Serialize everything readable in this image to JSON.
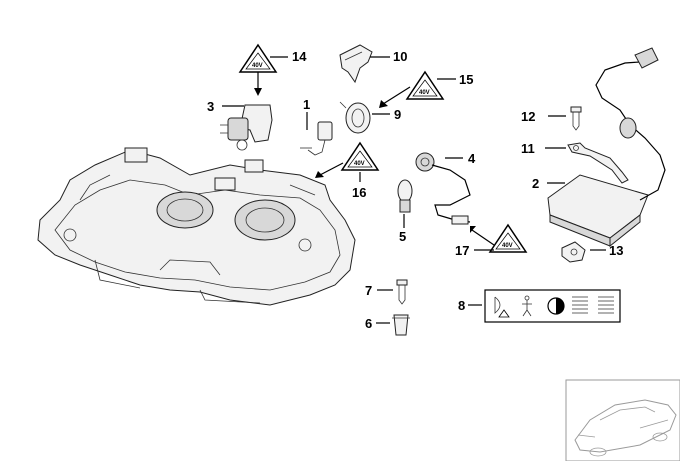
{
  "diagram": {
    "callouts": [
      {
        "id": "c1",
        "number": "1"
      },
      {
        "id": "c2",
        "number": "2"
      },
      {
        "id": "c3",
        "number": "3"
      },
      {
        "id": "c4",
        "number": "4"
      },
      {
        "id": "c5",
        "number": "5"
      },
      {
        "id": "c6",
        "number": "6"
      },
      {
        "id": "c7",
        "number": "7"
      },
      {
        "id": "c8",
        "number": "8"
      },
      {
        "id": "c9",
        "number": "9"
      },
      {
        "id": "c10",
        "number": "10"
      },
      {
        "id": "c11",
        "number": "11"
      },
      {
        "id": "c12",
        "number": "12"
      },
      {
        "id": "c13",
        "number": "13"
      },
      {
        "id": "c14",
        "number": "14"
      },
      {
        "id": "c15",
        "number": "15"
      },
      {
        "id": "c16",
        "number": "16"
      },
      {
        "id": "c17",
        "number": "17"
      }
    ],
    "warning_label_text": "40V",
    "colors": {
      "line": "#000000",
      "part_fill": "#f2f2f2",
      "background": "#ffffff"
    }
  }
}
